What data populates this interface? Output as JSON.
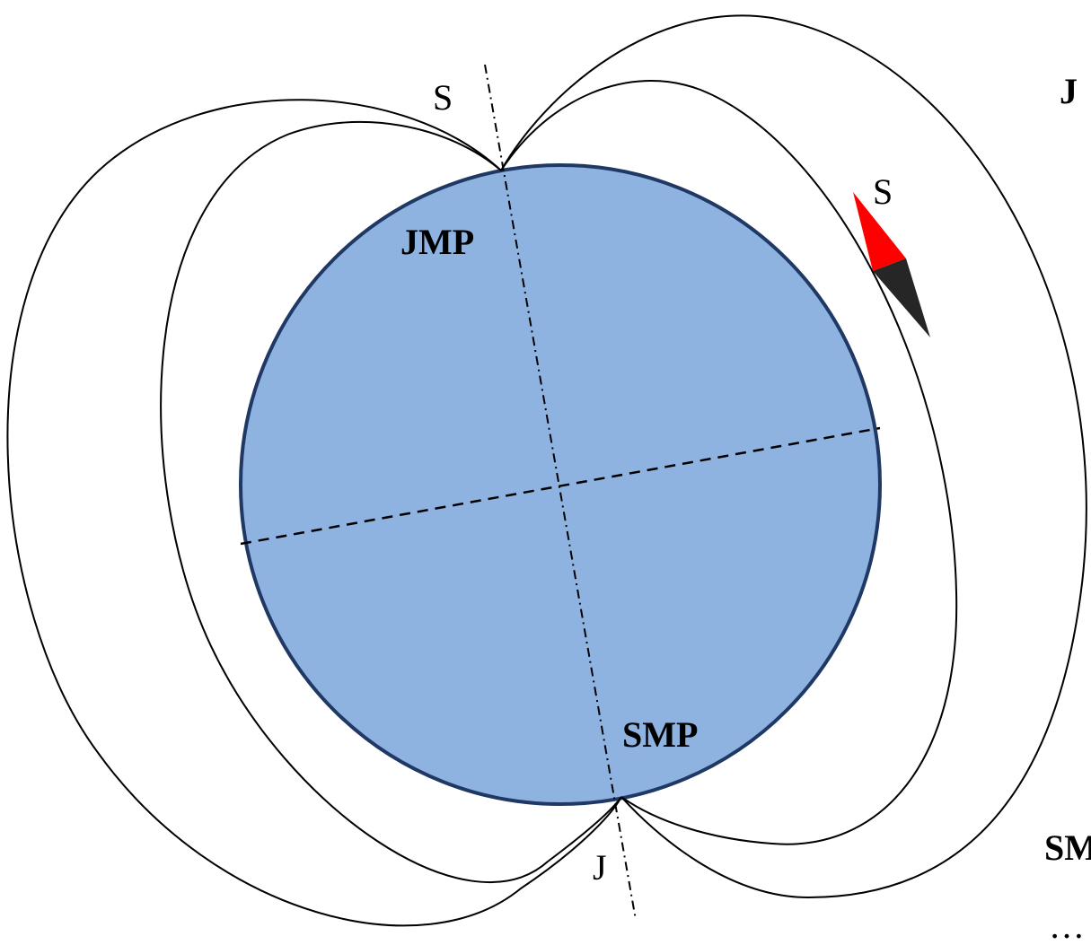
{
  "labels": {
    "north_pole_top": "S",
    "geomagnetic_north": "JMP",
    "geomagnetic_south": "SMP",
    "pole_bottom": "J",
    "compass_pole": "S",
    "right_edge_top": "J",
    "right_edge_bottom": "SM",
    "ellipsis": "…"
  },
  "colors": {
    "earth_fill": "#8eb3e1",
    "earth_stroke": "#1f3864",
    "compass_north": "#ff0000",
    "compass_south": "#262626",
    "lines": "#000000"
  }
}
